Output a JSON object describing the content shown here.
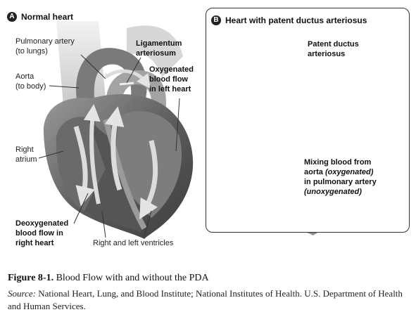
{
  "panel_a": {
    "badge": "A",
    "title": "Normal heart",
    "labels": {
      "pulmonary_artery_1": "Pulmonary artery",
      "pulmonary_artery_2": "(to lungs)",
      "aorta_1": "Aorta",
      "aorta_2": "(to body)",
      "ligamentum_1": "Ligamentum",
      "ligamentum_2": "arteriosum",
      "oxygenated_1": "Oxygenated",
      "oxygenated_2": "blood flow",
      "oxygenated_3": "in left heart",
      "right_atrium_1": "Right",
      "right_atrium_2": "atrium",
      "deoxygenated_1": "Deoxygenated",
      "deoxygenated_2": "blood flow in",
      "deoxygenated_3": "right heart",
      "ventricles": "Right and left ventricles"
    }
  },
  "panel_b": {
    "badge": "B",
    "title": "Heart with patent ductus arteriosus",
    "labels": {
      "patent_1": "Patent ductus",
      "patent_2": "arteriosus",
      "mixing_1": "Mixing blood from",
      "mixing_2a": "aorta ",
      "mixing_2b": "(oxygenated)",
      "mixing_3": "in pulmonary artery",
      "mixing_4": "(unoxygenated)"
    }
  },
  "caption": {
    "figure_label": "Figure 8-1.",
    "figure_text": " Blood Flow with and without the PDA",
    "source_label": "Source:",
    "source_text": " National Heart, Lung, and Blood Institute; National Institutes of Health. U.S. Department of Health and Human Services."
  },
  "colors": {
    "heart_dark": "#4a4a4a",
    "heart_mid": "#8a8a8a",
    "heart_light": "#c8c8c8",
    "arrow": "#d8d8d8"
  }
}
